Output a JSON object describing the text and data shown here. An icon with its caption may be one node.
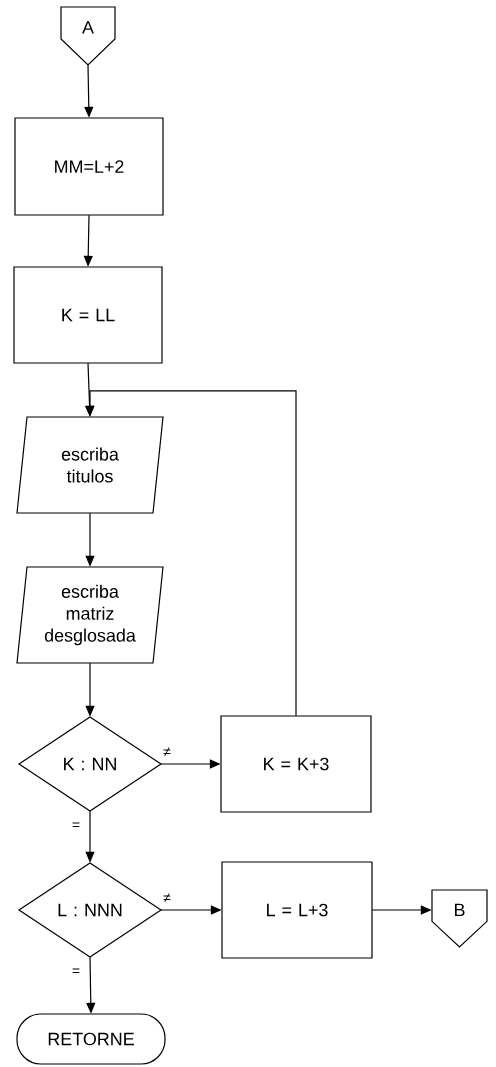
{
  "diagram": {
    "nodes": [
      {
        "text": [
          "A"
        ]
      },
      {
        "text": [
          "MM=L+2"
        ]
      },
      {
        "text": [
          "K = LL"
        ]
      },
      {
        "text": [
          "escriba titulos"
        ]
      },
      {
        "text": [
          "escriba matriz desglosada"
        ]
      },
      {
        "text": [
          "K : NN"
        ]
      },
      {
        "text": [
          "K = K+3"
        ]
      },
      {
        "text": [
          "L : NNN"
        ]
      },
      {
        "text": [
          "L = L+3"
        ]
      },
      {
        "text": [
          "B"
        ]
      },
      {
        "text": [
          "RETORNE"
        ]
      }
    ],
    "edges": [
      {
        "from": 0,
        "to": 1,
        "arrow": "to"
      },
      {
        "from": 1,
        "to": 2,
        "arrow": "to"
      },
      {
        "from": 2,
        "to": 3,
        "arrow": "to"
      },
      {
        "from": 3,
        "to": 4,
        "arrow": "to"
      },
      {
        "from": 4,
        "to": 5,
        "arrow": "to"
      },
      {
        "from": 5,
        "to": 6,
        "arrow": "to",
        "label": "≠"
      },
      {
        "from": 6,
        "to": 3,
        "arrow": "to"
      },
      {
        "from": 5,
        "to": 7,
        "arrow": "to",
        "label": "="
      },
      {
        "from": 7,
        "to": 8,
        "arrow": "to",
        "label": "≠"
      },
      {
        "from": 8,
        "to": 9,
        "arrow": "to"
      },
      {
        "from": 7,
        "to": 10,
        "arrow": "to",
        "label": "="
      }
    ]
  }
}
